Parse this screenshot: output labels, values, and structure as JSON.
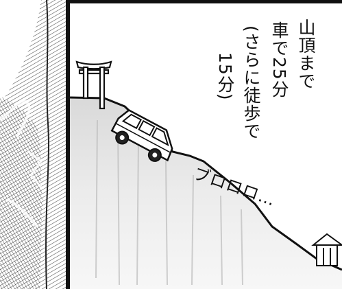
{
  "panel": {
    "caption_lines": [
      "山頂まで",
      "車で25分",
      "(さらに徒歩で",
      "15分)"
    ],
    "sound_effect": "ブロロロ…"
  },
  "icons": [
    "torii-gate-icon",
    "car-icon",
    "shrine-icon"
  ]
}
